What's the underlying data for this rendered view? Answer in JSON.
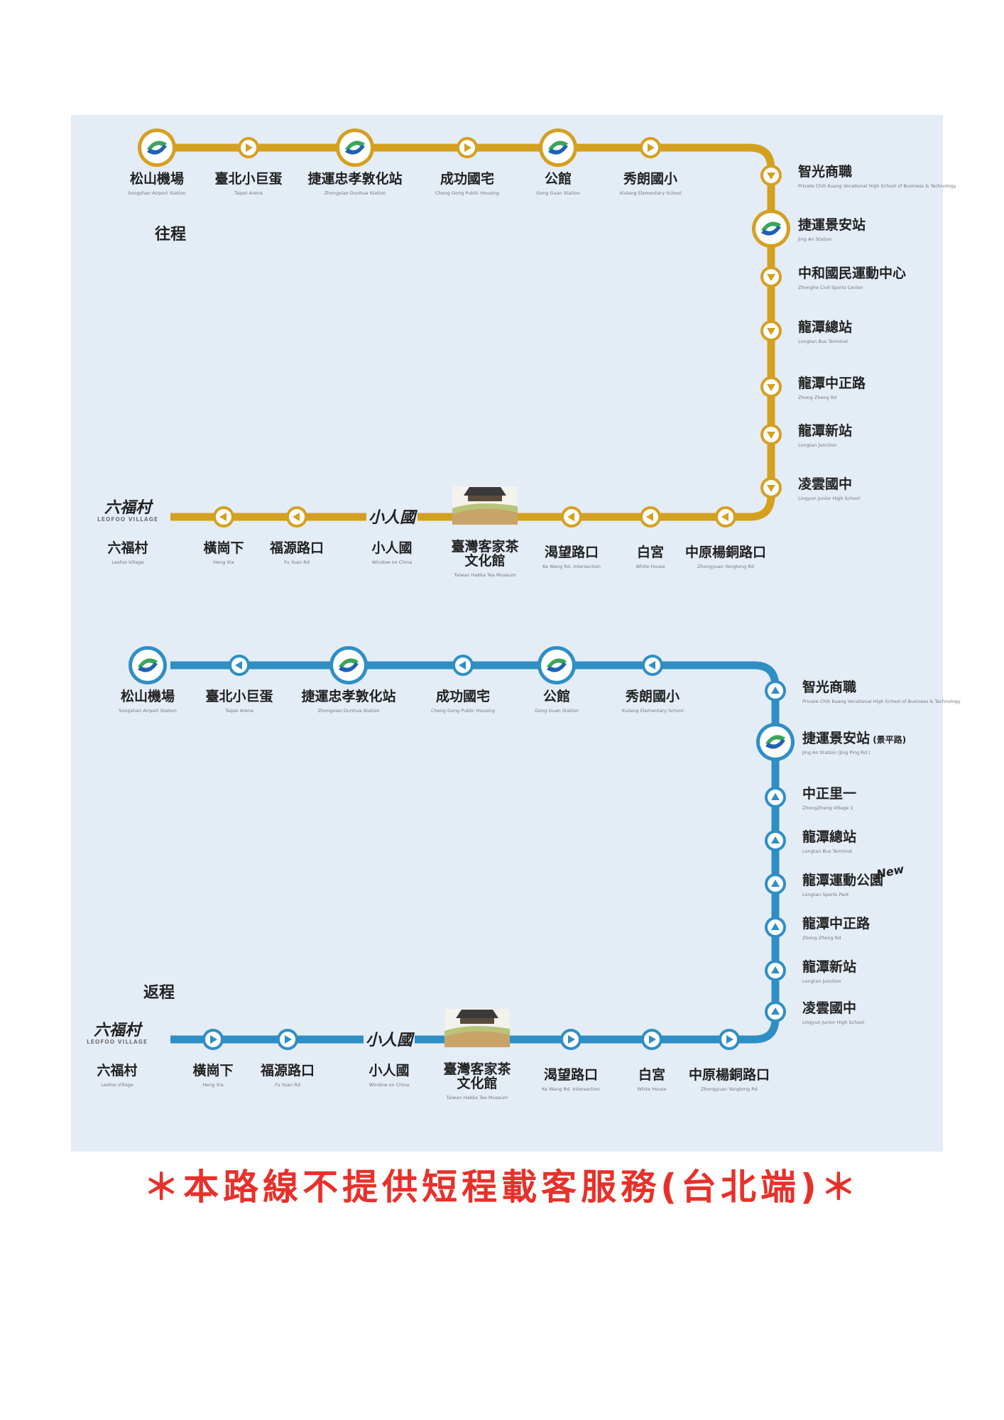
{
  "notice": "＊本路線不提供短程載客服務(台北端)＊",
  "colors": {
    "outbound": "#d4a020",
    "return": "#2f8fc4",
    "panel": "#e4ecf6",
    "notice": "#e8302a",
    "landmark_red": "#c8202a",
    "metro_green": "#3aa65a",
    "metro_blue": "#1e62b0"
  },
  "outbound": {
    "label": "往程",
    "stations": [
      {
        "id": "songshan-airport",
        "zh": "松山機場",
        "en": "Songshan Airport Station",
        "type": "metro"
      },
      {
        "id": "taipei-arena",
        "zh": "臺北小巨蛋",
        "en": "Taipei Arena",
        "type": "stop"
      },
      {
        "id": "zhongxiao-dunhua",
        "zh": "捷運忠孝敦化站",
        "en": "Zhongxiao Dunhua Station",
        "type": "metro"
      },
      {
        "id": "chenggong-housing",
        "zh": "成功國宅",
        "en": "Cheng Gong Public Housing",
        "type": "stop"
      },
      {
        "id": "gongguan",
        "zh": "公館",
        "en": "Gong Guan Station",
        "type": "metro"
      },
      {
        "id": "xiulang-elementary",
        "zh": "秀朗國小",
        "en": "Xiulang Elementary School",
        "type": "stop"
      },
      {
        "id": "chihkuang",
        "zh": "智光商職",
        "en": "Private Chih Kuang Vocational High School of Business & Technology",
        "type": "stop"
      },
      {
        "id": "jingan",
        "zh": "捷運景安站",
        "en": "Jing An Station",
        "type": "metro"
      },
      {
        "id": "zhonghe-sports",
        "zh": "中和國民運動中心",
        "en": "Zhonghe Civil Sports Center",
        "type": "stop"
      },
      {
        "id": "longtan-terminal",
        "zh": "龍潭總站",
        "en": "Longtan Bus Terminal",
        "type": "stop"
      },
      {
        "id": "longtan-zhongzheng",
        "zh": "龍潭中正路",
        "en": "Zhong Zheng Rd",
        "type": "stop"
      },
      {
        "id": "longtan-new",
        "zh": "龍潭新站",
        "en": "Longtan Junction",
        "type": "stop"
      },
      {
        "id": "lingyun",
        "zh": "凌雲國中",
        "en": "Lingyun Junior High School",
        "type": "stop"
      },
      {
        "id": "zhongyuan-yangtong",
        "zh": "中原楊銅路口",
        "en": "Zhongyuan Yangtong Rd",
        "type": "stop"
      },
      {
        "id": "baigong",
        "zh": "白宮",
        "en": "White House",
        "type": "stop"
      },
      {
        "id": "kewang",
        "zh": "渴望路口",
        "en": "Ke Wang Rd. Intersection",
        "type": "stop"
      },
      {
        "id": "hakka-tea",
        "zh": "臺灣客家茶\n文化館",
        "en": "Taiwan Hakka Tea Museum",
        "type": "tea-museum"
      },
      {
        "id": "window-china",
        "zh": "小人國",
        "en": "Window on China",
        "type": "window-china"
      },
      {
        "id": "fuyuan",
        "zh": "福源路口",
        "en": "Fu Yuan Rd",
        "type": "stop"
      },
      {
        "id": "henggangxia",
        "zh": "橫崗下",
        "en": "Heng Xia",
        "type": "stop"
      },
      {
        "id": "leofoo",
        "zh": "六福村",
        "en": "Leofoo Village",
        "type": "leofoo"
      }
    ]
  },
  "return": {
    "label": "返程",
    "stations": [
      {
        "id": "songshan-airport",
        "zh": "松山機場",
        "en": "Songshan Airport Station",
        "type": "metro"
      },
      {
        "id": "taipei-arena",
        "zh": "臺北小巨蛋",
        "en": "Taipei Arena",
        "type": "stop"
      },
      {
        "id": "zhongxiao-dunhua",
        "zh": "捷運忠孝敦化站",
        "en": "Zhongxiao Dunhua Station",
        "type": "metro"
      },
      {
        "id": "chenggong-housing",
        "zh": "成功國宅",
        "en": "Cheng Gong Public Housing",
        "type": "stop"
      },
      {
        "id": "gongguan",
        "zh": "公館",
        "en": "Gong Guan Station",
        "type": "metro"
      },
      {
        "id": "xiulang-elementary",
        "zh": "秀朗國小",
        "en": "Xiulang Elementary School",
        "type": "stop"
      },
      {
        "id": "chihkuang",
        "zh": "智光商職",
        "en": "Private Chih Kuang Vocational High School of Business & Technology",
        "type": "stop"
      },
      {
        "id": "jingan",
        "zh": "捷運景安站",
        "suffix": "(景平路)",
        "en": "Jing An Station (Jing Ping Rd.)",
        "type": "metro"
      },
      {
        "id": "zhongzheng-liyi",
        "zh": "中正里一",
        "en": "ZhongZheng Village 1",
        "type": "stop"
      },
      {
        "id": "longtan-terminal",
        "zh": "龍潭總站",
        "en": "Longtan Bus Terminal",
        "type": "stop"
      },
      {
        "id": "longtan-sports-park",
        "zh": "龍潭運動公園",
        "en": "Longtan Sports Park",
        "type": "stop",
        "badge": "New"
      },
      {
        "id": "longtan-zhongzheng",
        "zh": "龍潭中正路",
        "en": "Zhong Zheng Rd",
        "type": "stop"
      },
      {
        "id": "longtan-new",
        "zh": "龍潭新站",
        "en": "Longtan Junction",
        "type": "stop"
      },
      {
        "id": "lingyun",
        "zh": "凌雲國中",
        "en": "Lingyun Junior High School",
        "type": "stop"
      },
      {
        "id": "zhongyuan-yangtong",
        "zh": "中原楊銅路口",
        "en": "Zhongyuan Yangtong Rd",
        "type": "stop"
      },
      {
        "id": "baigong",
        "zh": "白宮",
        "en": "White House",
        "type": "stop"
      },
      {
        "id": "kewang",
        "zh": "渴望路口",
        "en": "Ke Wang Rd. Intersection",
        "type": "stop"
      },
      {
        "id": "hakka-tea",
        "zh": "臺灣客家茶\n文化館",
        "en": "Taiwan Hakka Tea Museum",
        "type": "tea-museum"
      },
      {
        "id": "window-china",
        "zh": "小人國",
        "en": "Window on China",
        "type": "window-china"
      },
      {
        "id": "fuyuan",
        "zh": "福源路口",
        "en": "Fu Yuan Rd",
        "type": "stop"
      },
      {
        "id": "henggangxia",
        "zh": "橫崗下",
        "en": "Heng Xia",
        "type": "stop"
      },
      {
        "id": "leofoo",
        "zh": "六福村",
        "en": "Leofoo Village",
        "type": "leofoo"
      }
    ]
  },
  "logos": {
    "leofoo": {
      "zh": "六福村",
      "en": "LEOFOO VILLAGE"
    },
    "window_china": "小人國",
    "tea_museum": "臺灣客家茶文化館"
  }
}
